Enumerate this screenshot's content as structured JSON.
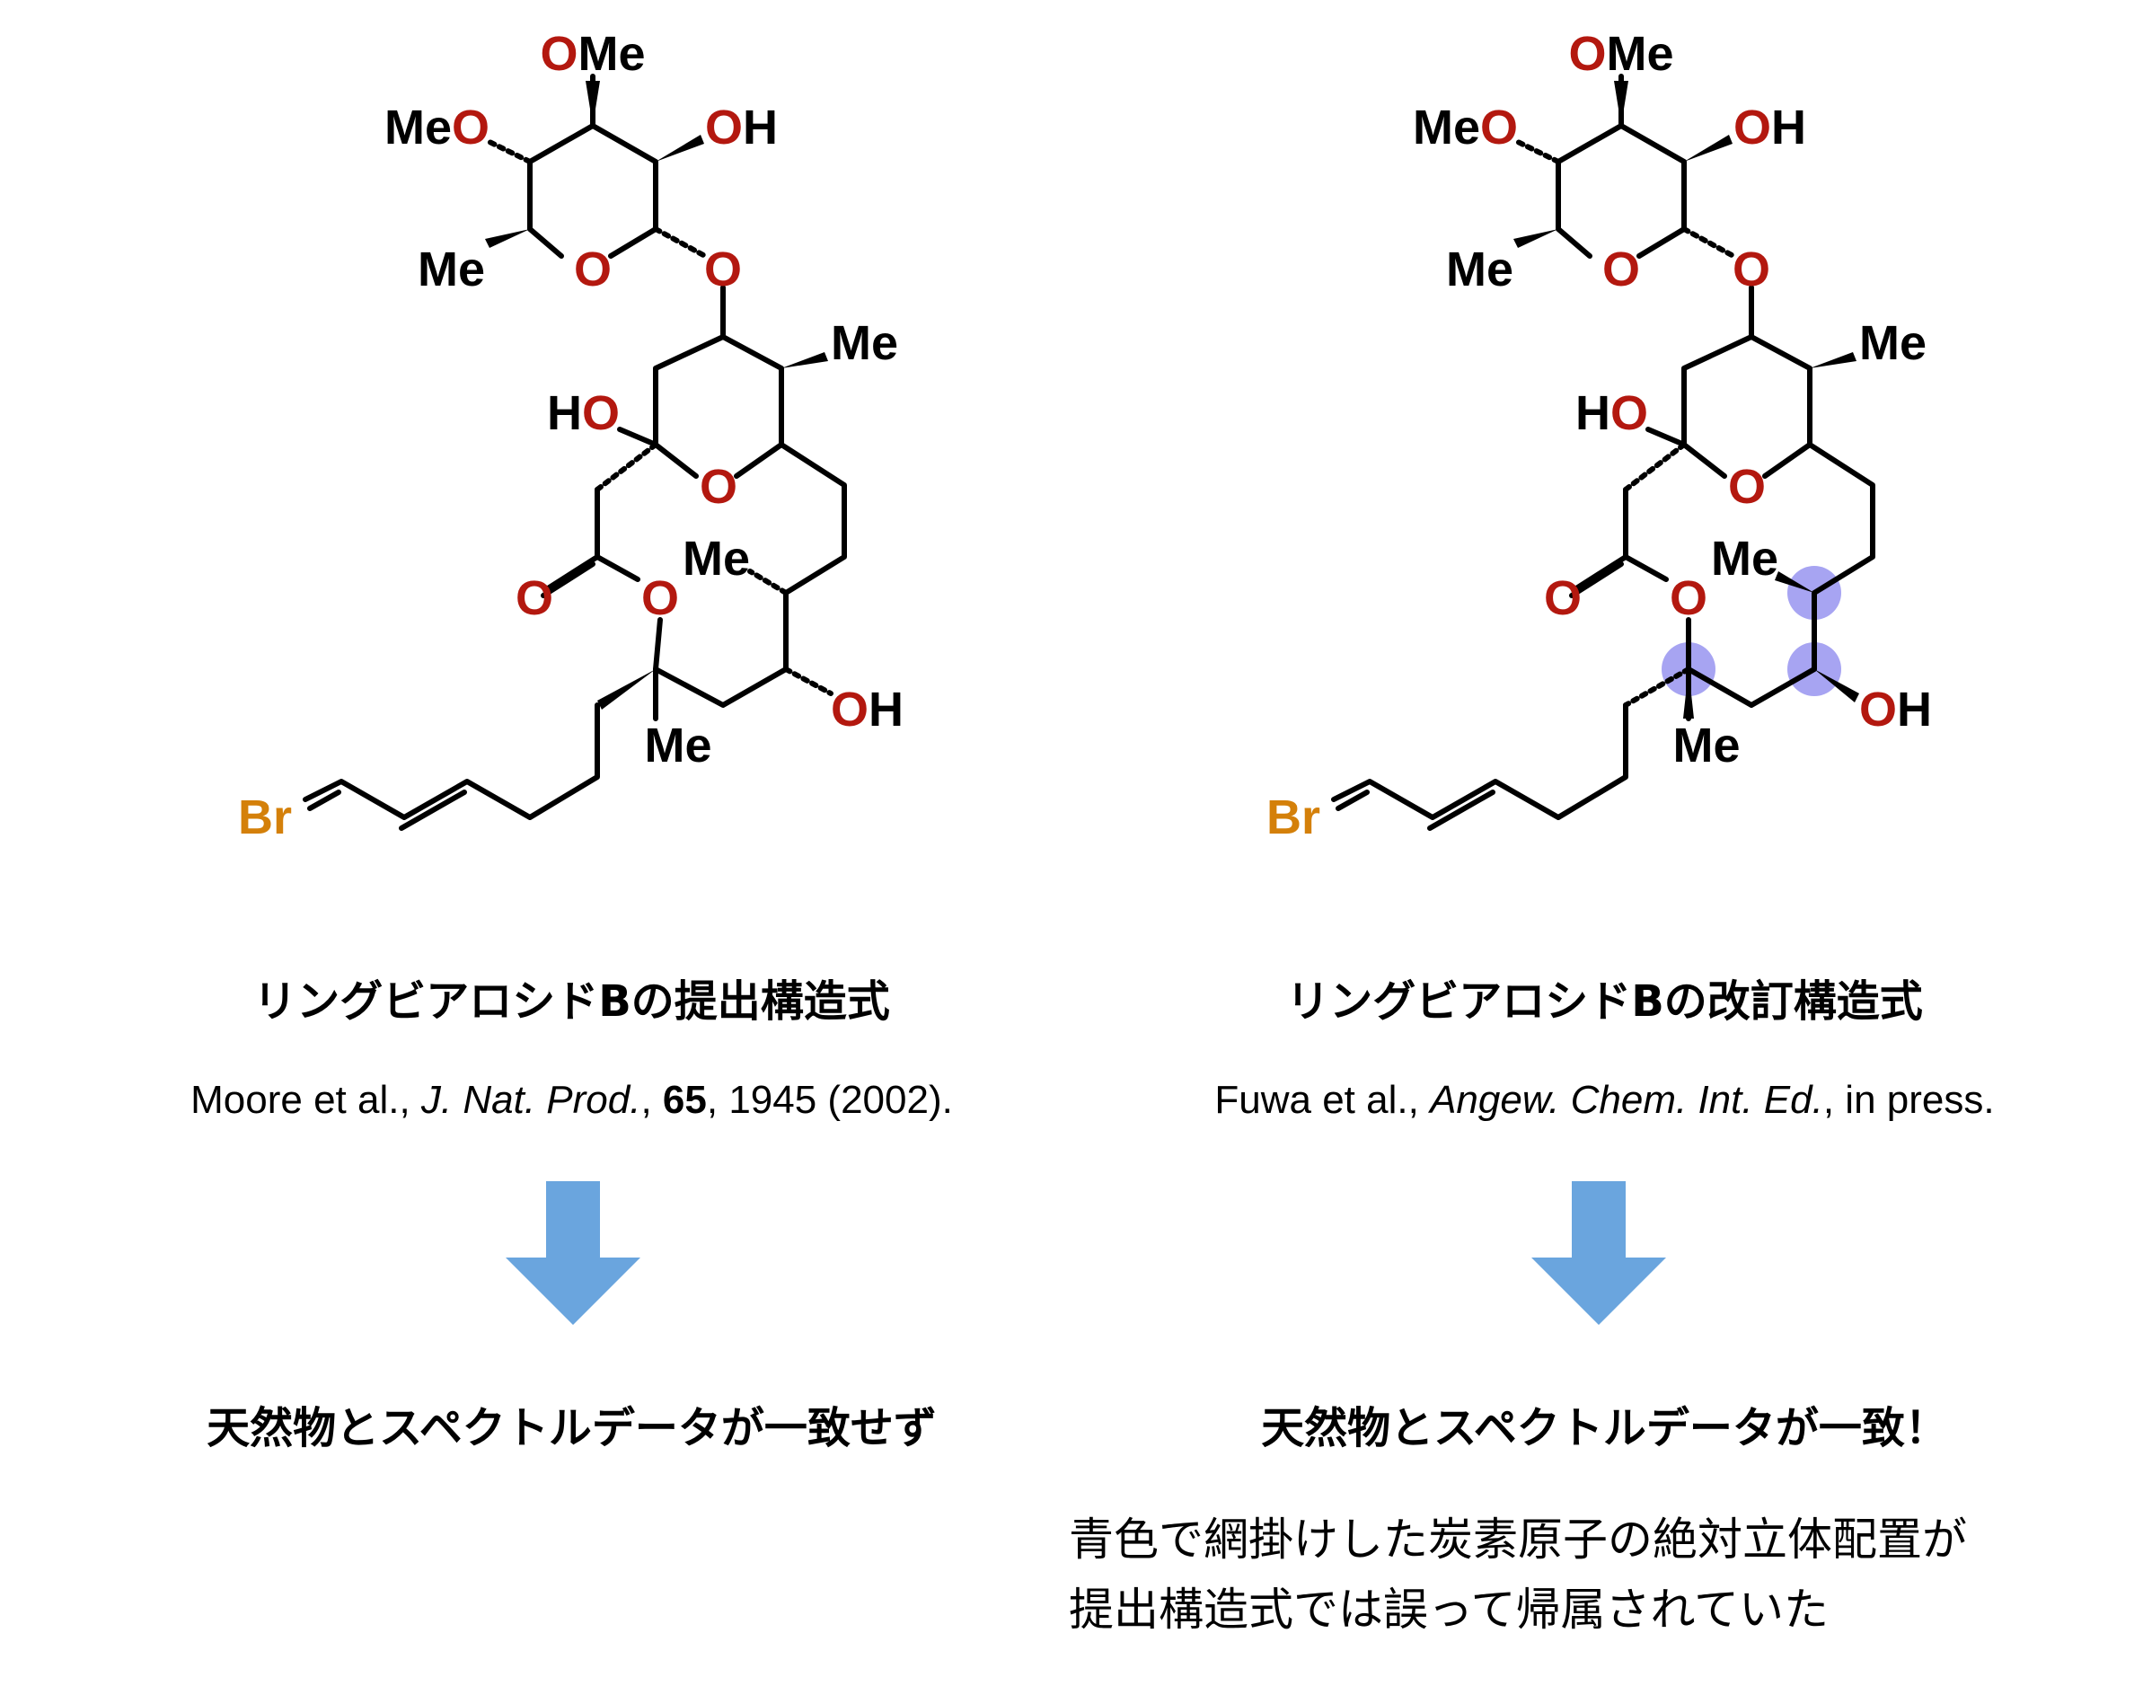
{
  "structures": {
    "left": {
      "atoms": {
        "ome_top": "OMe",
        "meo": "MeO",
        "oh_sugar": "OH",
        "me_sugar": "Me",
        "o_ring": "O",
        "o_glyc": "O",
        "me_upper": "Me",
        "ho": "HO",
        "o_pyran": "O",
        "me_mid": "Me",
        "o_ester": "O",
        "o_carbonyl": "O",
        "oh_chain": "OH",
        "me_quat": "Me",
        "br": "Br"
      },
      "caption": "リングビアロシドBの提出構造式",
      "ref": {
        "authors": "Moore et al., ",
        "journal": "J. Nat. Prod.",
        "sep1": ", ",
        "volume": "65",
        "rest": ", 1945 (2002)."
      },
      "result": "天然物とスペクトルデータが一致せず"
    },
    "right": {
      "atoms": {
        "ome_top": "OMe",
        "meo": "MeO",
        "oh_sugar": "OH",
        "me_sugar": "Me",
        "o_ring": "O",
        "o_glyc": "O",
        "me_upper": "Me",
        "ho": "HO",
        "o_pyran": "O",
        "me_mid": "Me",
        "o_ester": "O",
        "o_carbonyl": "O",
        "oh_chain": "OH",
        "me_quat": "Me",
        "br": "Br"
      },
      "caption": "リングビアロシドBの改訂構造式",
      "ref": {
        "authors": "Fuwa et al., ",
        "journal": "Angew. Chem. Int. Ed.",
        "rest": ", in press."
      },
      "result": "天然物とスペクトルデータが一致！"
    }
  },
  "note": {
    "line1": "青色で網掛けした炭素原子の絶対立体配置が",
    "line2": "提出構造式では誤って帰属されていた"
  },
  "colors": {
    "oxygen": "#b3180f",
    "bromine": "#d4800a",
    "highlight": "#8a86ee",
    "arrow": "#6aa5de"
  }
}
